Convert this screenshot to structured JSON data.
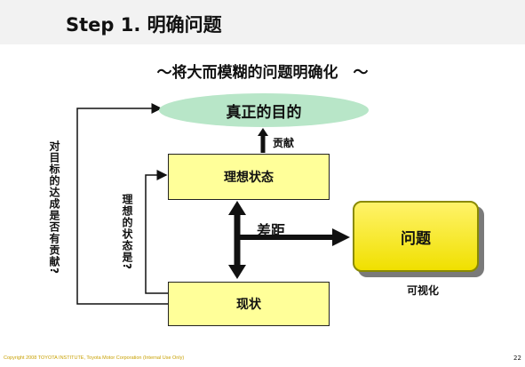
{
  "header": {
    "title": "Step 1. 明确问题"
  },
  "subtitle": "～将大而模糊的问题明确化　～",
  "goal": "真正的目的",
  "ideal_state": "理想状态",
  "current_state": "现状",
  "problem": "问题",
  "labels": {
    "contribute": "贡献",
    "gap": "差距",
    "visualize": "可视化",
    "contributes_to_goal": "对目标的达成是否有贡献?",
    "is_ideal": "理想的状态是?"
  },
  "footer": {
    "copyright": "Copyright 2008 TOYOTA INSTITUTE, Toyota Motor Corporation (Internal Use Only)",
    "page_number": "22"
  },
  "colors": {
    "goal_fill": "#b8e6c8",
    "box_fill": "#ffff99",
    "problem_fill": "#f8ec20",
    "footer_text": "#c8a000"
  }
}
